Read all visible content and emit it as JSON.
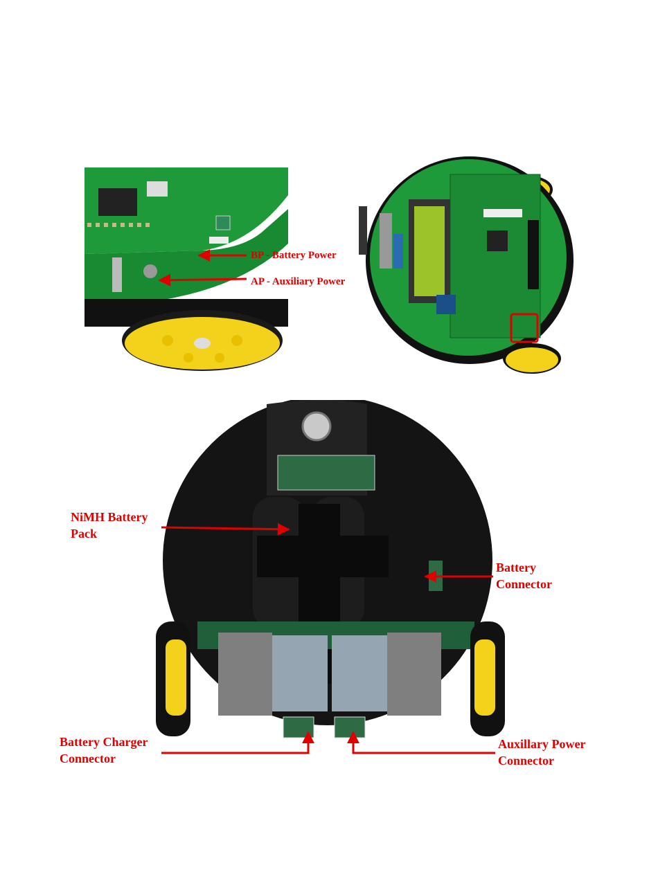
{
  "labels": {
    "battery_power": "BP - Battery Power",
    "auxiliary_power": "AP - Auxiliary Power",
    "nimh_line1": "NiMH Battery",
    "nimh_line2": "Pack",
    "battery_connector_line1": "Battery",
    "battery_connector_line2": "Connector",
    "charger_line1": "Battery Charger",
    "charger_line2": "Connector",
    "aux_connector_line1": "Auxillary Power",
    "aux_connector_line2": "Connector"
  },
  "colors": {
    "annotation": "#e00000",
    "pcb_green": "#1f9a3a",
    "wheel_yellow": "#f2d21a",
    "chassis_black": "#141414"
  }
}
